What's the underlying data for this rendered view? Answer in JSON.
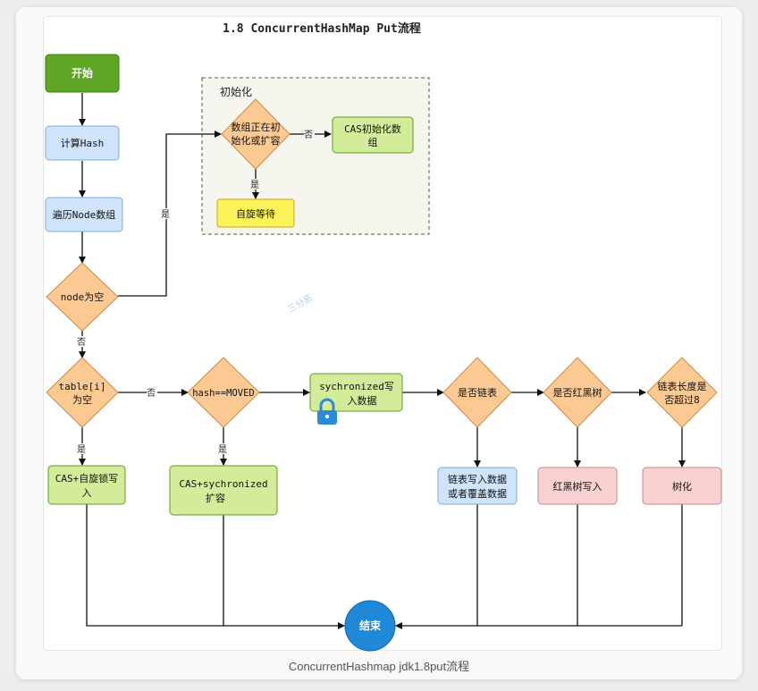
{
  "title": "1.8 ConcurrentHashMap Put流程",
  "caption": "ConcurrentHashmap jdk1.8put流程",
  "watermark": "三分恶",
  "colors": {
    "green": "#5fa624",
    "blue": "#cfe4fb",
    "orange": "#fdc993",
    "lightgreen": "#d3ec9a",
    "yellow": "#fbf357",
    "pink": "#f9d1d1",
    "end": "#2088d8",
    "lock": "#2b8bd7"
  },
  "init_group": {
    "label": "初始化"
  },
  "nodes": {
    "start": "开始",
    "calc_hash": "计算Hash",
    "traverse": "遍历Node数组",
    "node_empty": "node为空",
    "resizing": [
      "数组正在初",
      "始化或扩容"
    ],
    "cas_init": [
      "CAS初始化数",
      "组"
    ],
    "spin_wait": "自旋等待",
    "table_empty": [
      "table[i]",
      "为空"
    ],
    "hash_moved": "hash==MOVED",
    "sync_write": [
      "sychronized写",
      "入数据"
    ],
    "is_list": "是否链表",
    "is_rbtree": "是否红黑树",
    "list_len": [
      "链表长度是",
      "否超过8"
    ],
    "cas_spin": [
      "CAS+自旋锁写",
      "入"
    ],
    "cas_sync": [
      "CAS+sychronized",
      "扩容"
    ],
    "list_write": [
      "链表写入数据",
      "或者覆盖数据"
    ],
    "rbtree_write": "红黑树写入",
    "treeify": "树化",
    "end": "结束"
  },
  "labels": {
    "yes": "是",
    "no": "否"
  }
}
